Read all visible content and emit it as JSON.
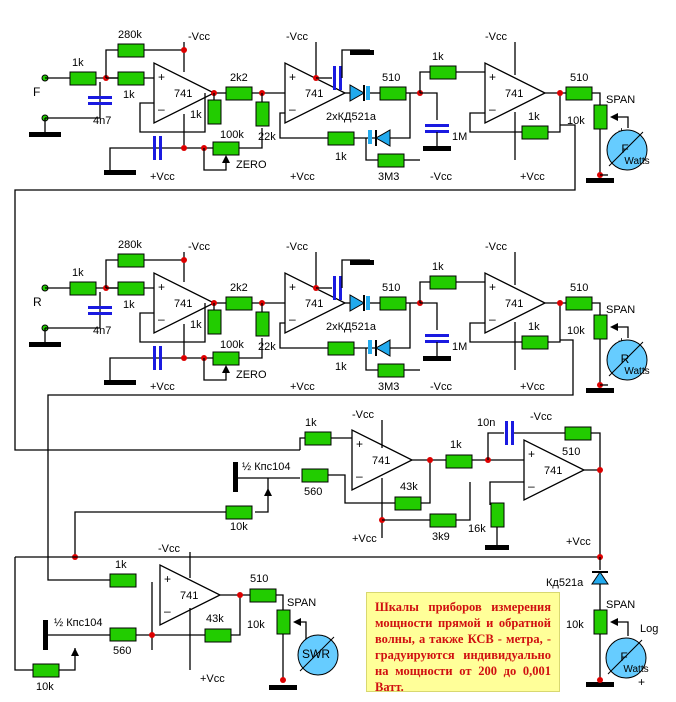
{
  "colors": {
    "wire": "#000000",
    "resistor": "#22cc00",
    "capacitor": "#1a1ae0",
    "diode": "#22aaee",
    "node": "#dd0000",
    "meter": "#66ccff",
    "note_bg": "#ffff99",
    "note_text": "#d01010"
  },
  "labels": {
    "in_f": "F",
    "in_r": "R",
    "r1k": "1k",
    "r280k": "280k",
    "c4n7": "4n7",
    "r2k2": "2k2",
    "r22k": "22k",
    "r100k": "100k",
    "zero": "ZERO",
    "r510": "510",
    "r10k": "10k",
    "c1m": "1M",
    "r3m3": "3M3",
    "diodes": "2xКД521а",
    "span": "SPAN",
    "watts": "Watts",
    "vneg": "-Vcc",
    "vpos": "+Vcc",
    "opamp": "741",
    "plus": "+",
    "minus": "–",
    "kps_a": "½ Кпс104",
    "kps_b": "½ Кпс104",
    "r560": "560",
    "r43k": "43k",
    "r3k9": "3k9",
    "r16k": "16k",
    "c10n": "10n",
    "d_kd": "Кд521а",
    "log": "Log",
    "swr": "SWR",
    "meter_f": "F",
    "meter_r": "R"
  },
  "note": "Шкалы приборов измерения мощности прямой и обратной волны, а также КСВ - метра, - градуируются индивидуально на мощности от 200 до 0,001 Ватт."
}
